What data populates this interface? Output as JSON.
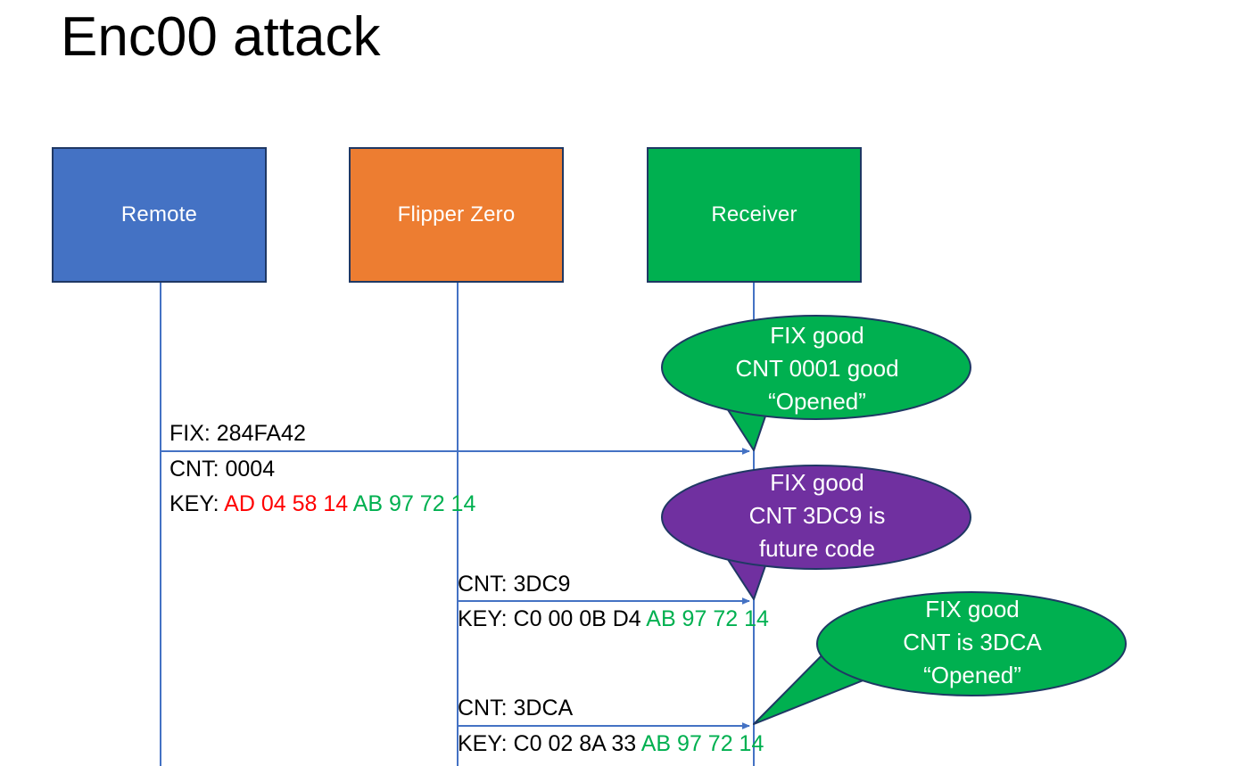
{
  "slide": {
    "title": "Enc00 attack",
    "background": "#ffffff"
  },
  "colors": {
    "remote_blue": "#4472C4",
    "flipper_orange": "#ED7D31",
    "receiver_green": "#00B050",
    "callout_purple": "#7030A0",
    "box_border": "#1F3864",
    "lifeline_blue": "#4472C4",
    "key_red": "#FF0000",
    "key_green": "#00B050",
    "text_black": "#000000"
  },
  "actors": [
    {
      "id": "remote",
      "label": "Remote",
      "fill": "#4472C4"
    },
    {
      "id": "flipper",
      "label": "Flipper Zero",
      "fill": "#ED7D31"
    },
    {
      "id": "receiver",
      "label": "Receiver",
      "fill": "#00B050"
    }
  ],
  "messages": [
    {
      "id": "msg1",
      "from": "remote",
      "to": "receiver",
      "lines": [
        {
          "id": "fix",
          "text": "FIX: 284FA42"
        },
        {
          "id": "cnt",
          "text": "CNT: 0004"
        }
      ],
      "key_label": "KEY: ",
      "key_part_a": "AD 04 58 14",
      "key_part_a_color": "#FF0000",
      "key_part_b": "AB 97 72 14",
      "key_part_b_color": "#00B050"
    },
    {
      "id": "msg2",
      "from": "flipper",
      "to": "receiver",
      "lines": [
        {
          "id": "cnt",
          "text": "CNT: 3DC9"
        }
      ],
      "key_label": "KEY: ",
      "key_part_a": "C0 00 0B D4",
      "key_part_a_color": "#000000",
      "key_part_b": "AB 97 72 14",
      "key_part_b_color": "#00B050"
    },
    {
      "id": "msg3",
      "from": "flipper",
      "to": "receiver",
      "lines": [
        {
          "id": "cnt",
          "text": "CNT: 3DCA"
        }
      ],
      "key_label": "KEY: ",
      "key_part_a": "C0 02 8A 33",
      "key_part_a_color": "#000000",
      "key_part_b": "AB 97 72 14",
      "key_part_b_color": "#00B050"
    }
  ],
  "callouts": [
    {
      "id": "callout1",
      "fill": "#00B050",
      "line1": "FIX good",
      "line2": "CNT 0001 good",
      "line3": "“Opened”"
    },
    {
      "id": "callout2",
      "fill": "#7030A0",
      "line1": "FIX good",
      "line2": "CNT 3DC9 is",
      "line3": "future code"
    },
    {
      "id": "callout3",
      "fill": "#00B050",
      "line1": "FIX good",
      "line2": "CNT is 3DCA",
      "line3": "“Opened”"
    }
  ]
}
